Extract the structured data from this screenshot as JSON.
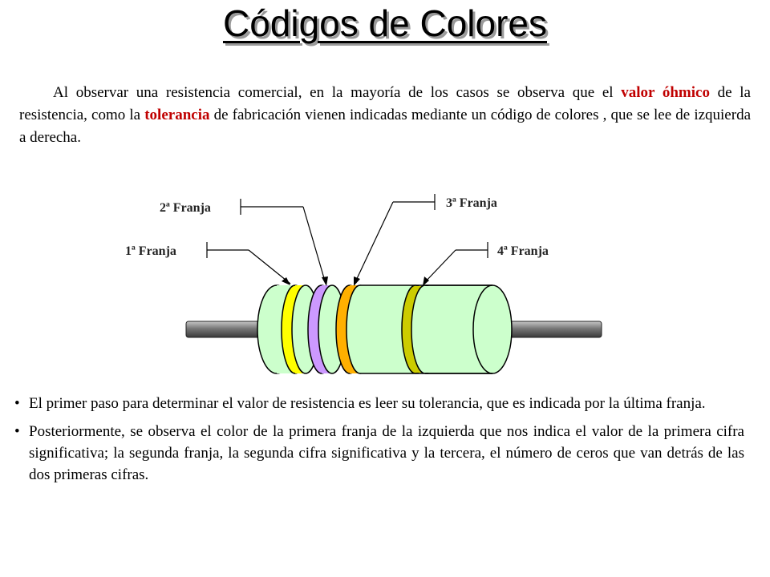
{
  "title": "Códigos de Colores",
  "intro": {
    "part1": "Al observar una resistencia comercial, en la mayoría de los casos se observa que el ",
    "highlight1": "valor óhmico",
    "part2": " de la resistencia, como la ",
    "highlight2": "tolerancia",
    "part3": " de fabricación vienen indicadas mediante un código de colores , que se lee de izquierda a derecha."
  },
  "diagram": {
    "labels": {
      "band1": "1ª Franja",
      "band2": "2ª Franja",
      "band3": "3ª Franja",
      "band4": "4ª Franja"
    },
    "colors": {
      "body": "#ccffcc",
      "band1": "#ffff00",
      "band2": "#cc99ff",
      "band3": "#ffb000",
      "band4": "#cccc00",
      "lead": "#777777"
    }
  },
  "bullets": [
    "El primer paso para determinar el valor de resistencia es leer  su tolerancia, que es indicada por la última franja.",
    "Posteriormente, se observa el color de la primera franja de la izquierda que nos indica el valor de la primera cifra significativa; la segunda franja, la segunda cifra significativa y la tercera, el número de ceros que van detrás de las dos primeras cifras."
  ],
  "bullet_glyph": "•"
}
